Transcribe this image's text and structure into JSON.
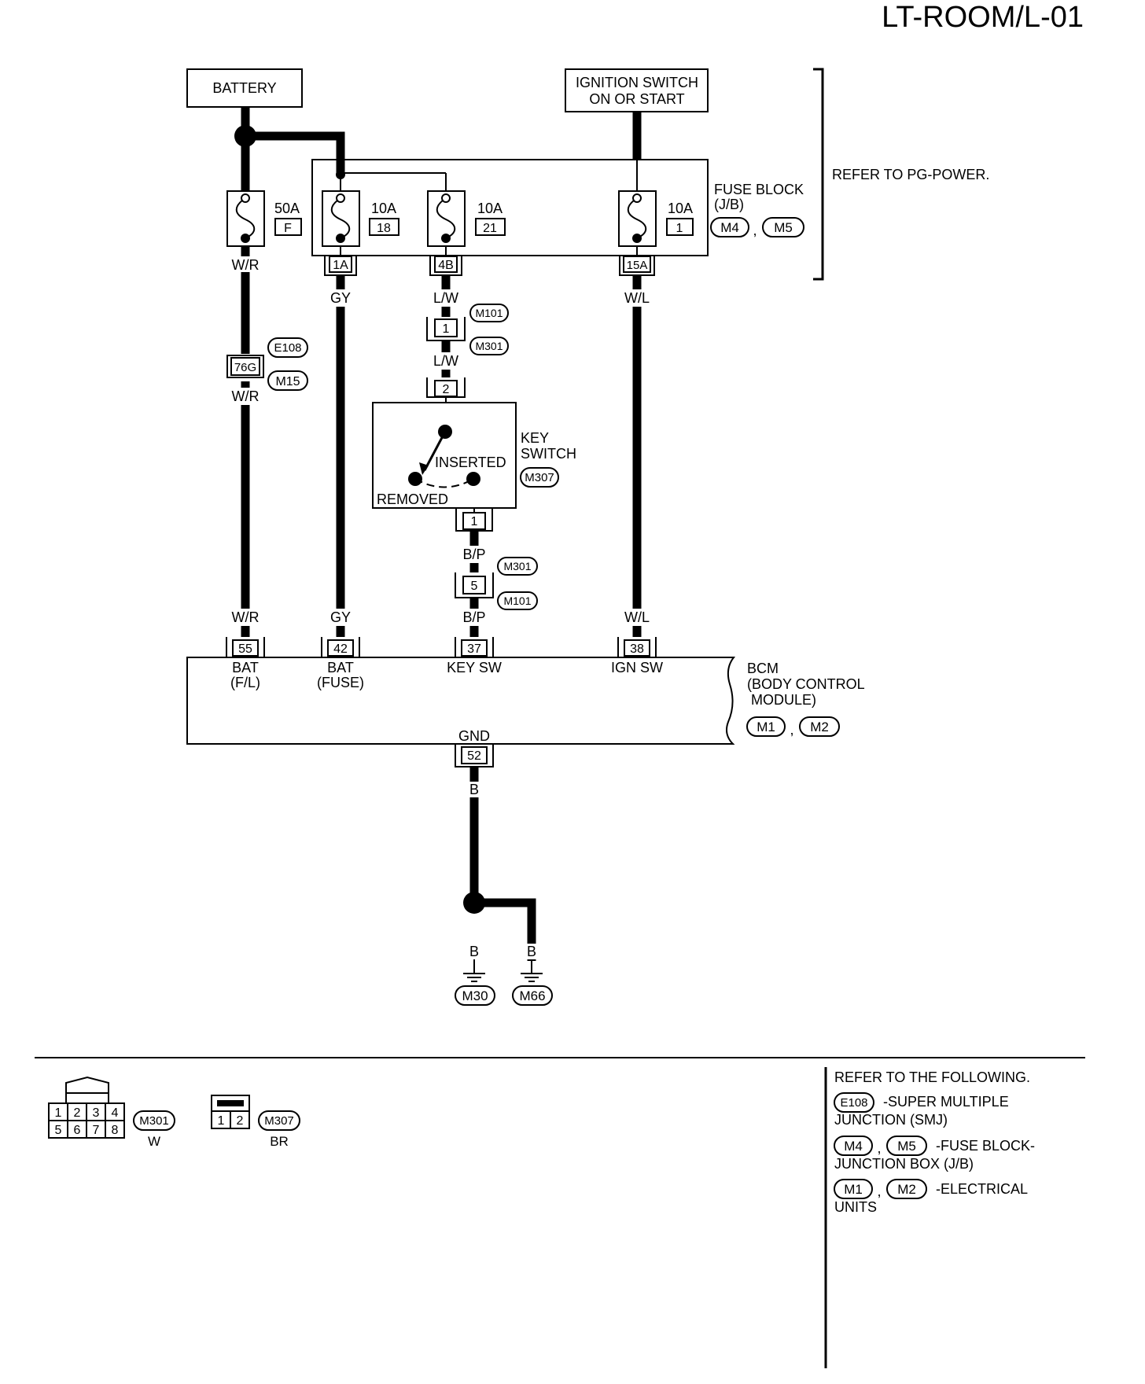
{
  "page_id": "LT-ROOM/L-01",
  "top": {
    "battery": "BATTERY",
    "ignition_line1": "IGNITION SWITCH",
    "ignition_line2": "ON OR START",
    "refer_power": "REFER TO PG-POWER."
  },
  "fuse_block": {
    "line1": "FUSE BLOCK",
    "line2": "(J/B)",
    "conn1": "M4",
    "conn2": "M5",
    "separator": ","
  },
  "fuses": [
    {
      "amp": "50A",
      "id": "F"
    },
    {
      "amp": "10A",
      "id": "18"
    },
    {
      "amp": "10A",
      "id": "21"
    },
    {
      "amp": "10A",
      "id": "1"
    }
  ],
  "fuse_terminals": [
    "1A",
    "4B",
    "15A"
  ],
  "wires": {
    "bat_fl": "W/R",
    "bat_fuse": "GY",
    "key_upper": "L/W",
    "key_mid": "L/W",
    "key_lower": "B/P",
    "key_bottom": "B/P",
    "ign": "W/L",
    "gnd": "B",
    "gnd_left": "B",
    "gnd_right": "B"
  },
  "connectors": {
    "e108": "E108",
    "m15": "M15",
    "pin_76g": "76G",
    "m101_top": "M101",
    "m301_top": "M301",
    "pin_1_top": "1",
    "pin_2": "2",
    "m301_bottom": "M301",
    "m101_bottom": "M101",
    "pin_5": "5",
    "pin_1_key": "1"
  },
  "key_switch": {
    "line1": "KEY",
    "line2": "SWITCH",
    "conn": "M307",
    "inserted": "INSERTED",
    "removed": "REMOVED"
  },
  "bcm": {
    "line1": "BCM",
    "line2": "(BODY CONTROL",
    "line3": "MODULE)",
    "conn1": "M1",
    "conn2": "M2",
    "separator": ",",
    "pins": [
      "55",
      "42",
      "37",
      "38"
    ],
    "pin_labels": [
      [
        "BAT",
        "(F/L)"
      ],
      [
        "BAT",
        "(FUSE)"
      ],
      [
        "KEY SW",
        ""
      ],
      [
        "IGN SW",
        ""
      ]
    ],
    "gnd_label": "GND",
    "gnd_pin": "52"
  },
  "grounds": [
    "M30",
    "M66"
  ],
  "legend": {
    "m301_pins_top": [
      "1",
      "2",
      "3",
      "4"
    ],
    "m301_pins_bottom": [
      "5",
      "6",
      "7",
      "8"
    ],
    "m301": "M301",
    "m301_color": "W",
    "m307_pins": [
      "1",
      "2"
    ],
    "m307": "M307",
    "m307_color": "BR"
  },
  "refer_following": {
    "title": "REFER TO THE FOLLOWING.",
    "e108": "E108",
    "e108_desc1": "-SUPER MULTIPLE",
    "e108_desc2": "JUNCTION (SMJ)",
    "m4": "M4",
    "m5": "M5",
    "m45_desc1": "-FUSE BLOCK-",
    "m45_desc2": "JUNCTION BOX (J/B)",
    "m1": "M1",
    "m2": "M2",
    "m12_desc1": "-ELECTRICAL",
    "m12_desc2": "UNITS",
    "separator": ","
  }
}
